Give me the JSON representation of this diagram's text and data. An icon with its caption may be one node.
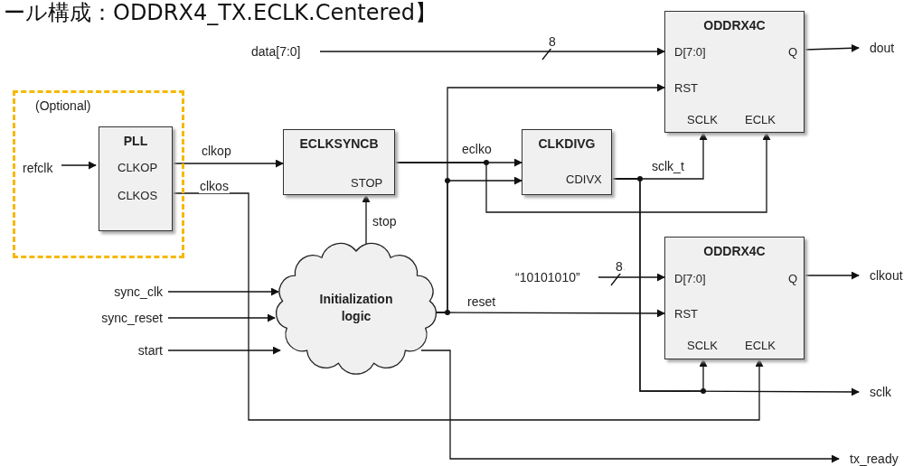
{
  "diagram": {
    "title": "ール構成：ODDRX4_TX.ECLK.Centered】",
    "nodes": [
      {
        "text": [
          "(Optional)"
        ]
      },
      {
        "text": [
          "PLL",
          "CLKOP",
          "CLKOS"
        ],
        "in": 0
      },
      {
        "text": [
          "ECLKSYNCB",
          "STOP"
        ]
      },
      {
        "text": [
          "CLKDIVG",
          "CDIVX"
        ]
      },
      {
        "text": [
          "ODDRX4C",
          "D[7:0]",
          "Q",
          "RST",
          "SCLK",
          "ECLK"
        ]
      },
      {
        "text": [
          "ODDRX4C",
          "D[7:0]",
          "Q",
          "RST",
          "SCLK",
          "ECLK"
        ]
      },
      {
        "text": [
          "Initialization logic"
        ]
      },
      {
        "text": [
          "refclk"
        ],
        "in": 0
      },
      {
        "text": [
          "data[7:0]"
        ]
      },
      {
        "text": [
          "dout"
        ]
      },
      {
        "text": [
          "sync_clk"
        ]
      },
      {
        "text": [
          "sync_reset"
        ]
      },
      {
        "text": [
          "start"
        ]
      },
      {
        "text": [
          "“10101010”"
        ]
      },
      {
        "text": [
          "clkout"
        ]
      },
      {
        "text": [
          "sclk"
        ]
      },
      {
        "text": [
          "tx_ready"
        ]
      }
    ],
    "edges": [
      {
        "from": 7,
        "to": 1,
        "arrow": "to"
      },
      {
        "from": 1,
        "to": 2,
        "arrow": "to",
        "label": "clkop"
      },
      {
        "from": 1,
        "to": 5,
        "arrow": "to",
        "label": "clkos"
      },
      {
        "from": 2,
        "to": 3,
        "arrow": "to",
        "label": "eclko"
      },
      {
        "from": 2,
        "to": 4,
        "arrow": "to"
      },
      {
        "from": 3,
        "to": 4,
        "arrow": "to",
        "label": "sclk_t"
      },
      {
        "from": 3,
        "to": 5,
        "arrow": "to"
      },
      {
        "from": 3,
        "to": 15,
        "arrow": "to"
      },
      {
        "from": 6,
        "to": 2,
        "arrow": "to",
        "label": "stop"
      },
      {
        "from": 6,
        "to": 4,
        "arrow": "to"
      },
      {
        "from": 6,
        "to": 5,
        "arrow": "to",
        "label": "reset"
      },
      {
        "from": 6,
        "to": 3,
        "arrow": "to"
      },
      {
        "from": 8,
        "to": 4,
        "arrow": "to",
        "label": "8"
      },
      {
        "from": 4,
        "to": 9,
        "arrow": "to"
      },
      {
        "from": 13,
        "to": 5,
        "arrow": "to",
        "label": "8"
      },
      {
        "from": 5,
        "to": 14,
        "arrow": "to"
      },
      {
        "from": 10,
        "to": 6,
        "arrow": "to"
      },
      {
        "from": 11,
        "to": 6,
        "arrow": "to"
      },
      {
        "from": 12,
        "to": 6,
        "arrow": "to"
      },
      {
        "from": 6,
        "to": 16,
        "arrow": "to"
      }
    ]
  }
}
